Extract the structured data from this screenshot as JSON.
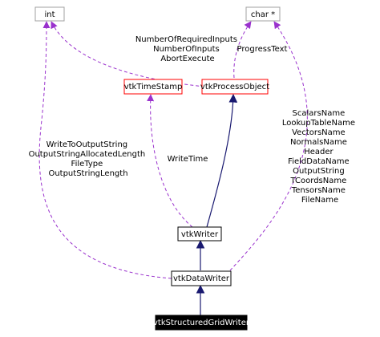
{
  "colors": {
    "background": "#ffffff",
    "node_gray_border": "#a0a0a0",
    "node_red_border": "#ff0000",
    "node_black_border": "#000000",
    "node_highlight_fill": "#000000",
    "node_highlight_text": "#ffffff",
    "inheritance_edge": "#191970",
    "usage_edge": "#9a32cd"
  },
  "nodes": {
    "int": "int",
    "char": "char *",
    "vtkTimeStamp": "vtkTimeStamp",
    "vtkProcessObject": "vtkProcessObject",
    "vtkWriter": "vtkWriter",
    "vtkDataWriter": "vtkDataWriter",
    "vtkStructuredGridWriter": "vtkStructuredGridWriter"
  },
  "edge_labels": {
    "process_to_int": [
      "NumberOfRequiredInputs",
      "NumberOfInputs",
      "AbortExecute"
    ],
    "process_to_char": [
      "ProgressText"
    ],
    "writer_to_int": [
      "WriteToOutputString",
      "OutputStringAllocatedLength",
      "FileType",
      "OutputStringLength"
    ],
    "writer_to_timestamp": [
      "WriteTime"
    ],
    "datawriter_to_char": [
      "ScalarsName",
      "LookupTableName",
      "VectorsName",
      "NormalsName",
      "Header",
      "FieldDataName",
      "OutputString",
      "TCoordsName",
      "TensorsName",
      "FileName"
    ]
  }
}
